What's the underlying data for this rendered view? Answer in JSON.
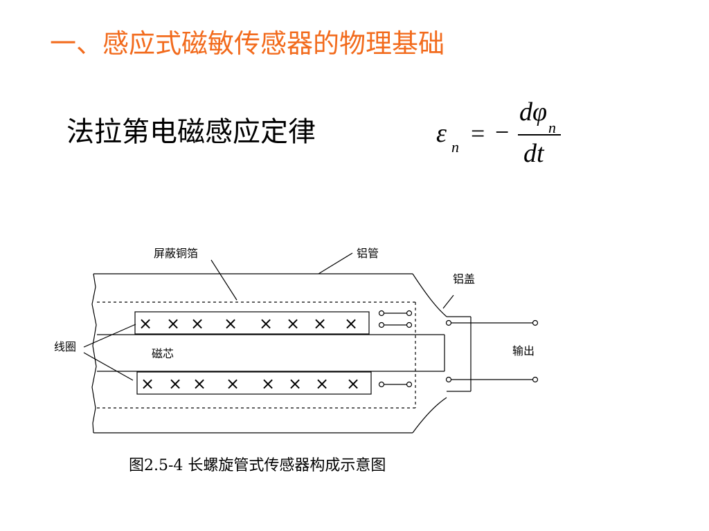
{
  "slide": {
    "title": "一、感应式磁敏传感器的物理基础",
    "title_color": "#F26B1D",
    "law_text": "法拉第电磁感应定律",
    "formula": {
      "lhs": "ε",
      "lhs_sub": "n",
      "eq": "=",
      "minus": "−",
      "numerator": "dφ",
      "numerator_sub": "n",
      "denominator": "dt"
    },
    "figure": {
      "labels": {
        "shield": "屏蔽铜箔",
        "tube": "铝管",
        "cap": "铝盖",
        "coil": "线圈",
        "core": "磁芯",
        "output": "输出"
      },
      "coil_marks_top": [
        "×",
        "×",
        "×",
        "×",
        "×",
        "×",
        "×",
        "×"
      ],
      "coil_marks_bottom": [
        "×",
        "×",
        "×",
        "×",
        "×",
        "×",
        "×",
        "×"
      ]
    },
    "caption": "图2.5-4   长螺旋管式传感器构成示意图"
  }
}
